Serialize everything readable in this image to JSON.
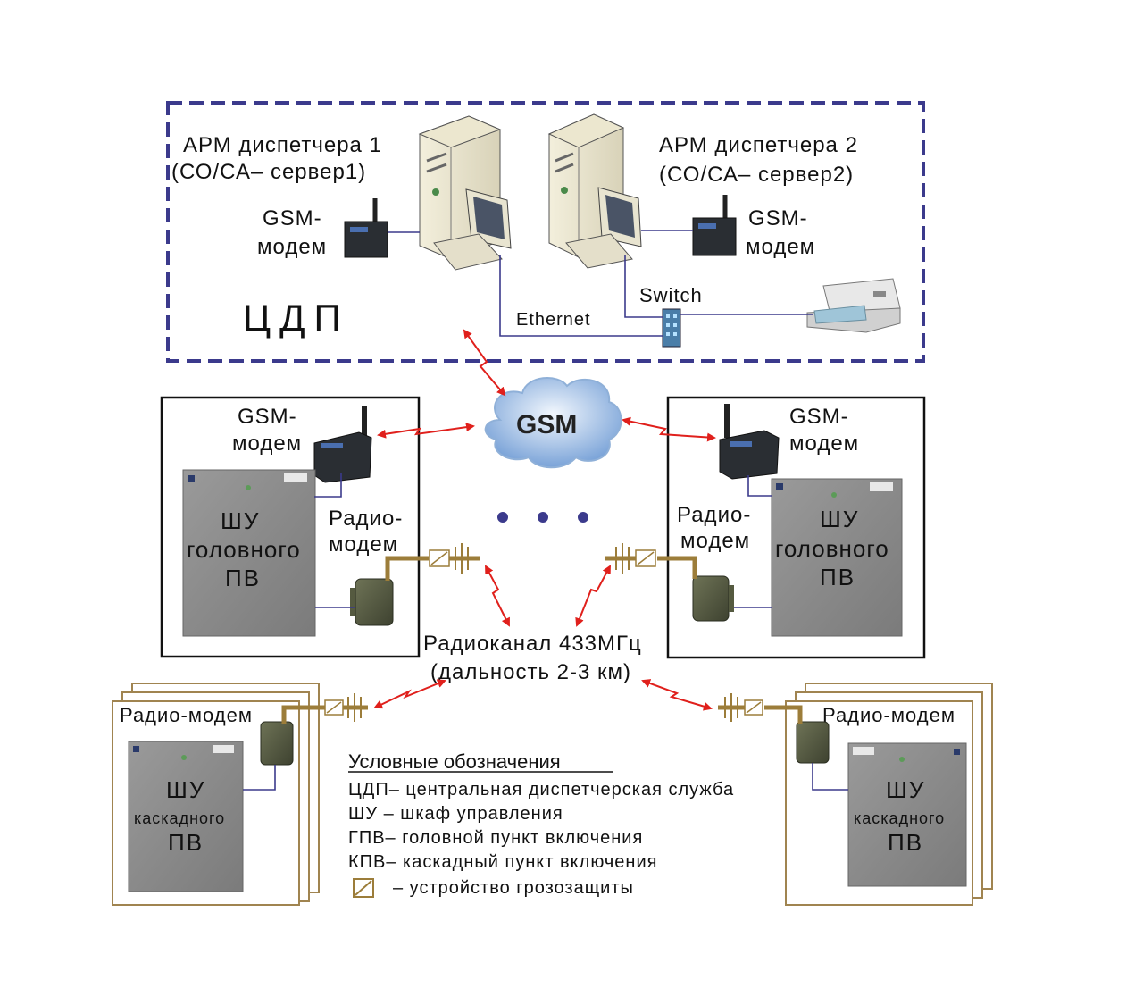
{
  "cdp": {
    "label": "ЦДП",
    "arm1": {
      "line1": "АРМ диспетчера  1",
      "line2": "(СО/СА– сервер1)"
    },
    "arm2": {
      "line1": "АРМ диспетчера  2",
      "line2": "(СО/СА– сервер2)"
    },
    "gsm_modem_left": {
      "line1": "GSM-",
      "line2": "модем"
    },
    "gsm_modem_right": {
      "line1": "GSM-",
      "line2": "модем"
    },
    "ethernet": "Ethernet",
    "switch": "Switch"
  },
  "cloud": {
    "label": "GSM"
  },
  "head_left": {
    "gsm": {
      "line1": "GSM-",
      "line2": "модем"
    },
    "radio": {
      "line1": "Радио-",
      "line2": "модем"
    },
    "cabinet": {
      "line1": "ШУ",
      "line2": "головного",
      "line3": "ПВ"
    }
  },
  "head_right": {
    "gsm": {
      "line1": "GSM-",
      "line2": "модем"
    },
    "radio": {
      "line1": "Радио-",
      "line2": "модем"
    },
    "cabinet": {
      "line1": "ШУ",
      "line2": "головного",
      "line3": "ПВ"
    }
  },
  "radio_channel": {
    "line1": "Радиоканал 433МГц",
    "line2": "(дальность 2-3 км)"
  },
  "cascade_left": {
    "radio": "Радио-модем",
    "cabinet": {
      "line1": "ШУ",
      "line2": "каскадного",
      "line3": "ПВ"
    }
  },
  "cascade_right": {
    "radio": "Радио-модем",
    "cabinet": {
      "line1": "ШУ",
      "line2": "каскадного",
      "line3": "ПВ"
    }
  },
  "legend": {
    "title": "Условные обозначения",
    "items": [
      "ЦДП–  центральная диспетчерская служба",
      "ШУ  –  шкаф управления",
      "ГПВ–  головной пункт включения",
      "КПВ–  каскадный пункт включения",
      "–  устройство грозозащиты"
    ]
  },
  "colors": {
    "cdp_border": "#3b3a8c",
    "link_red": "#e0201c",
    "connection_blue": "#3b3a8c",
    "antenna_brown": "#9c7d3a",
    "cascade_frame": "#a08450",
    "cabinet_gray": "#8e8e8e"
  }
}
